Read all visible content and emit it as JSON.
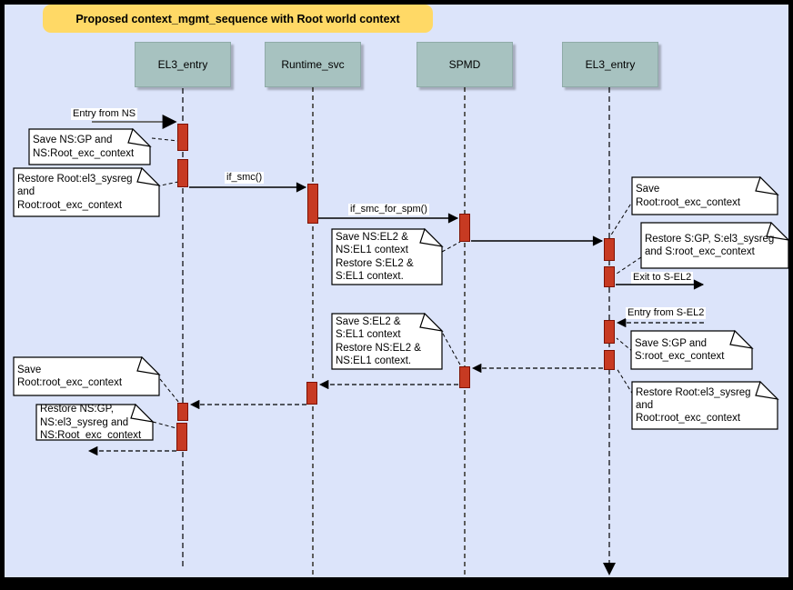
{
  "title": "Proposed context_mgmt_sequence with Root world context",
  "participants": [
    {
      "label": "EL3_entry"
    },
    {
      "label": "Runtime_svc"
    },
    {
      "label": "SPMD"
    },
    {
      "label": "EL3_entry"
    }
  ],
  "messages": {
    "entry_from_ns": "Entry from NS",
    "if_smc": "if_smc()",
    "if_smc_for_spm": "if_smc_for_spm()",
    "exit_to_sel2": "Exit to S-EL2",
    "entry_from_sel2": "Entry from S-EL2"
  },
  "notes": [
    {
      "id": "save-ns-gp",
      "text": "Save NS:GP and\nNS:Root_exc_context"
    },
    {
      "id": "restore-root-ctx-top-left",
      "text": "Restore Root:el3_sysreg\nand\nRoot:root_exc_context"
    },
    {
      "id": "save-root-exc-right",
      "text": "Save Root:root_exc_context"
    },
    {
      "id": "save-ns-el2",
      "text": "Save NS:EL2 &\nNS:EL1 context\nRestore S:EL2 &\nS:EL1 context."
    },
    {
      "id": "restore-s-gp",
      "text": "Restore S:GP, S:el3_sysreg\nand S:root_exc_context"
    },
    {
      "id": "save-s-el2",
      "text": "Save S:EL2 &\nS:EL1 context\nRestore NS:EL2 &\nNS:EL1 context."
    },
    {
      "id": "save-s-gp",
      "text": "Save S:GP and\nS:root_exc_context"
    },
    {
      "id": "save-root-exc-left",
      "text": "Save Root:root_exc_context"
    },
    {
      "id": "restore-root-ctx-bot-right",
      "text": "Restore Root:el3_sysreg\nand\nRoot:root_exc_context"
    },
    {
      "id": "restore-ns-gp",
      "text": "Restore NS:GP,\nNS:el3_sysreg and\nNS:Root_exc_context"
    }
  ],
  "colors": {
    "background": "#dce4fa",
    "frame": "#000000",
    "title_fill": "#ffd966",
    "participant_fill": "#a7c2c0",
    "activation_fill": "#c73a22",
    "activation_border": "#7e1102",
    "note_fill": "#ffffff"
  }
}
